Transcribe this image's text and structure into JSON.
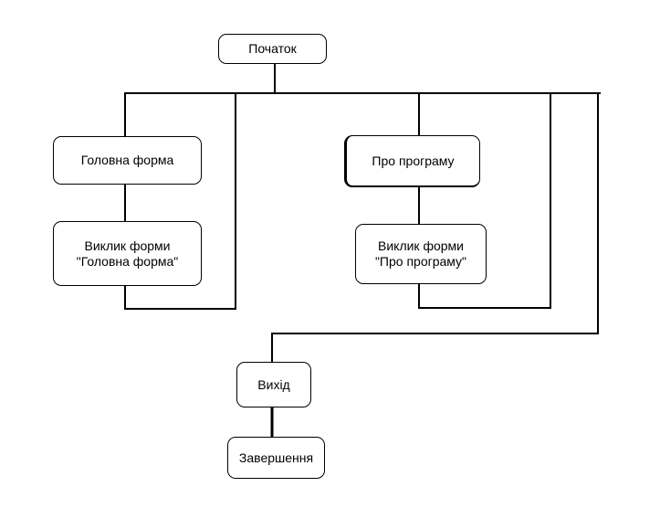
{
  "nodes": {
    "start": "Початок",
    "main_form": "Головна форма",
    "call_main_form": "Виклик форми\n\"Головна форма\"",
    "about": "Про програму",
    "call_about": "Виклик форми\n\"Про програму\"",
    "exit": "Вихід",
    "finish": "Завершення"
  }
}
